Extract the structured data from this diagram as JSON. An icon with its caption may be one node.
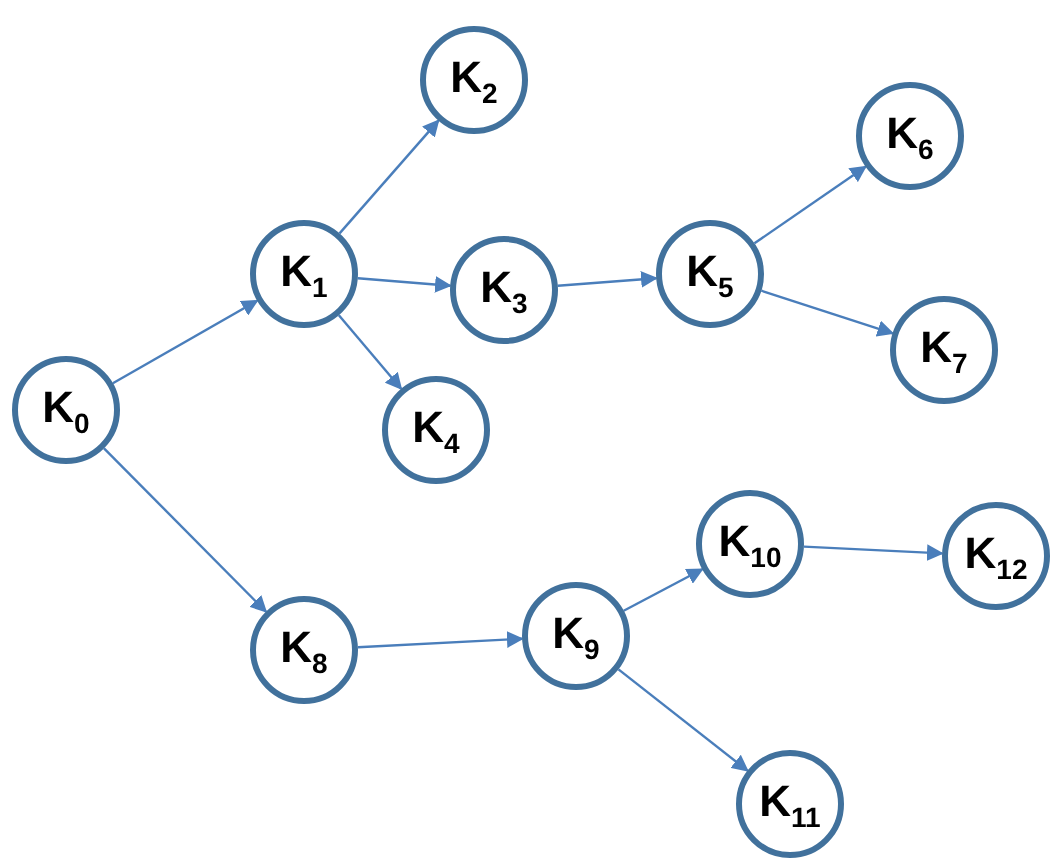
{
  "diagram": {
    "nodes": [
      {
        "text": [
          "K$_{0}$"
        ]
      },
      {
        "text": [
          "K$_{1}$"
        ]
      },
      {
        "text": [
          "K$_{2}$"
        ]
      },
      {
        "text": [
          "K$_{3}$"
        ]
      },
      {
        "text": [
          "K$_{4}$"
        ]
      },
      {
        "text": [
          "K$_{5}$"
        ]
      },
      {
        "text": [
          "K$_{6}$"
        ]
      },
      {
        "text": [
          "K$_{7}$"
        ]
      },
      {
        "text": [
          "K$_{8}$"
        ]
      },
      {
        "text": [
          "K$_{9}$"
        ]
      },
      {
        "text": [
          "K$_{10}$"
        ]
      },
      {
        "text": [
          "K$_{11}$"
        ]
      },
      {
        "text": [
          "K$_{12}$"
        ]
      }
    ],
    "edges": [
      {
        "from": 0,
        "to": 1,
        "arrow": "to"
      },
      {
        "from": 0,
        "to": 8,
        "arrow": "to"
      },
      {
        "from": 1,
        "to": 2,
        "arrow": "to"
      },
      {
        "from": 1,
        "to": 3,
        "arrow": "to"
      },
      {
        "from": 1,
        "to": 4,
        "arrow": "to"
      },
      {
        "from": 3,
        "to": 5,
        "arrow": "to"
      },
      {
        "from": 5,
        "to": 6,
        "arrow": "to"
      },
      {
        "from": 5,
        "to": 7,
        "arrow": "to"
      },
      {
        "from": 8,
        "to": 9,
        "arrow": "to"
      },
      {
        "from": 9,
        "to": 10,
        "arrow": "to"
      },
      {
        "from": 9,
        "to": 11,
        "arrow": "to"
      },
      {
        "from": 10,
        "to": 12,
        "arrow": "to"
      }
    ]
  }
}
